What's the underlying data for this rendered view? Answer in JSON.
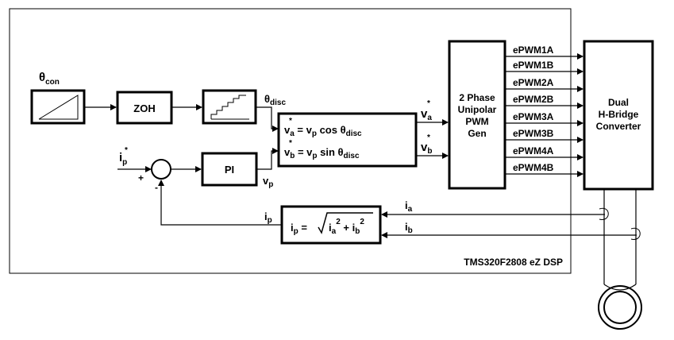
{
  "dsp_label": "TMS320F2808 eZ DSP",
  "blocks": {
    "theta_con": "θ",
    "theta_con_sub": "con",
    "zoh": "ZOH",
    "pi": "PI",
    "pwm_gen": [
      "2 Phase",
      "Unipolar",
      "PWM",
      "Gen"
    ],
    "hbridge": [
      "Dual",
      "H-Bridge",
      "Converter"
    ]
  },
  "signals": {
    "theta_disc": "θ",
    "theta_disc_sub": "disc",
    "ip_star": "i",
    "ip_star_sub": "p",
    "star": "*",
    "plus": "+",
    "minus": "-",
    "vp": "v",
    "vp_sub": "p",
    "va": "v",
    "va_sub": "a",
    "vb": "v",
    "vb_sub": "b",
    "ia": "i",
    "ia_sub": "a",
    "ib": "i",
    "ib_sub": "b",
    "ip": "i",
    "ip_sub": "p"
  },
  "equations": {
    "va_eq": "v",
    "va_eq_sub": "a",
    "va_eq_rhs": " = v",
    "va_eq_rhs_sub": "p",
    "va_eq_fn": " cos θ",
    "va_eq_fn_sub": "disc",
    "vb_eq": "v",
    "vb_eq_sub": "b",
    "vb_eq_rhs": " = v",
    "vb_eq_rhs_sub": "p",
    "vb_eq_fn": " sin θ",
    "vb_eq_fn_sub": "disc",
    "ip_eq": "i",
    "ip_eq_sub": "p",
    "ip_eq_eq": " =",
    "ip_eq_radicand_a": "i",
    "ip_eq_radicand_a_sub": "a",
    "ip_eq_sq": "2",
    "ip_eq_plus": " + ",
    "ip_eq_radicand_b": "i",
    "ip_eq_radicand_b_sub": "b"
  },
  "pwm_outputs": [
    "ePWM1A",
    "ePWM1B",
    "ePWM2A",
    "ePWM2B",
    "ePWM3A",
    "ePWM3B",
    "ePWM4A",
    "ePWM4B"
  ]
}
